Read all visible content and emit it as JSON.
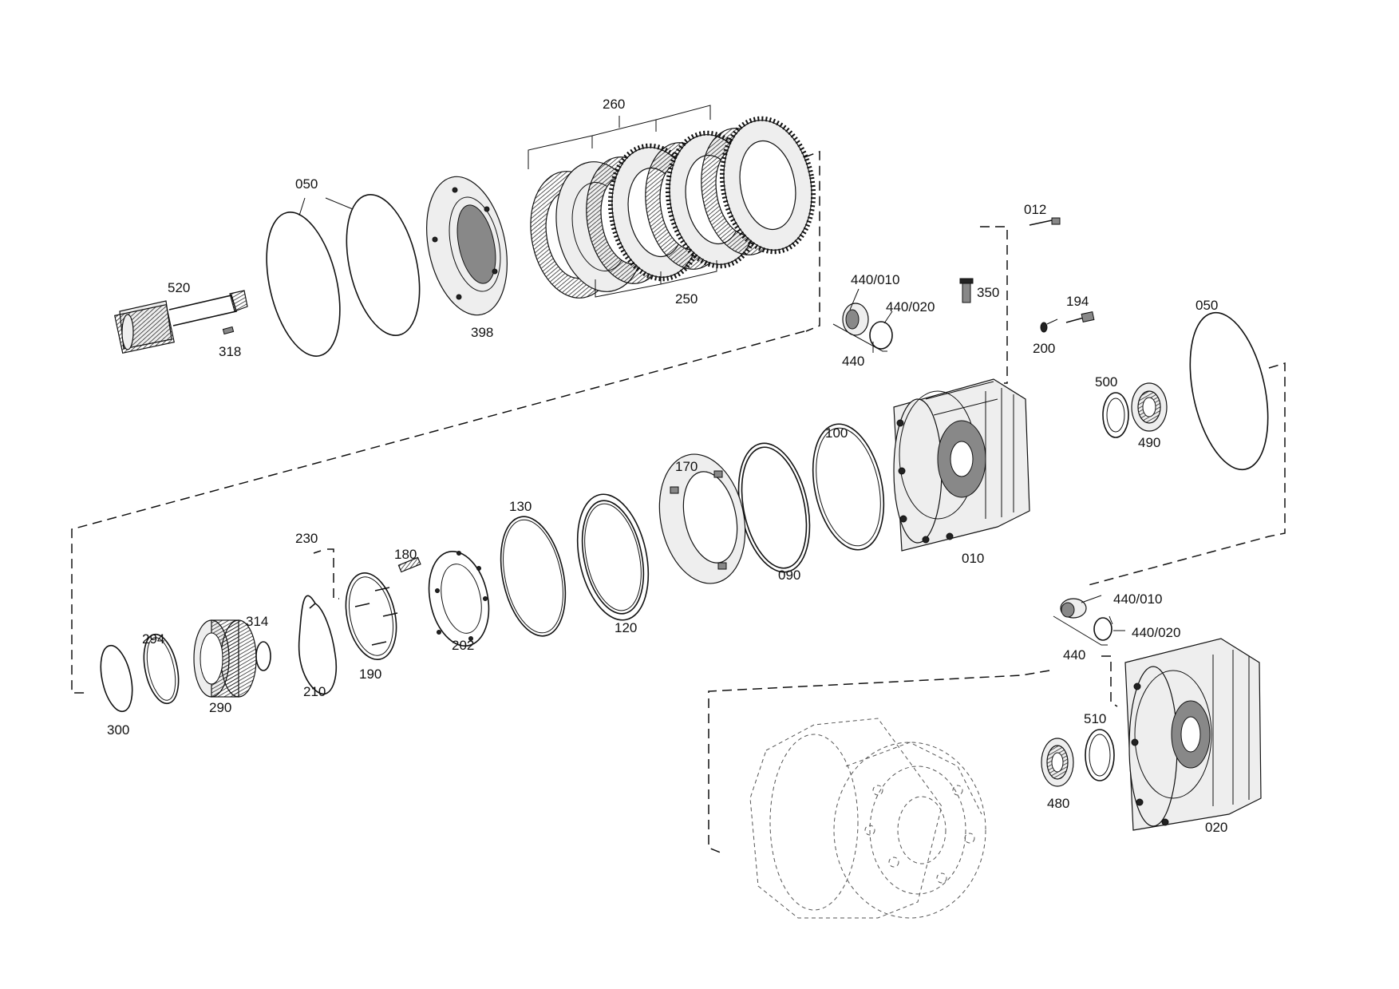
{
  "labels": {
    "p260": "260",
    "p050a": "050",
    "p012": "012",
    "p520": "520",
    "p440010a": "440/010",
    "p350": "350",
    "p194": "194",
    "p440020a": "440/020",
    "p250": "250",
    "p050b": "050",
    "p398": "398",
    "p318": "318",
    "p200": "200",
    "p440a": "440",
    "p500": "500",
    "p490": "490",
    "p100": "100",
    "p170": "170",
    "p010": "010",
    "p130": "130",
    "p230": "230",
    "p090": "090",
    "p180": "180",
    "p440010b": "440/010",
    "p294": "294",
    "p314": "314",
    "p120": "120",
    "p202": "202",
    "p440020b": "440/020",
    "p190": "190",
    "p440b": "440",
    "p290": "290",
    "p210": "210",
    "p300": "300",
    "p510": "510",
    "p480": "480",
    "p020": "020"
  }
}
